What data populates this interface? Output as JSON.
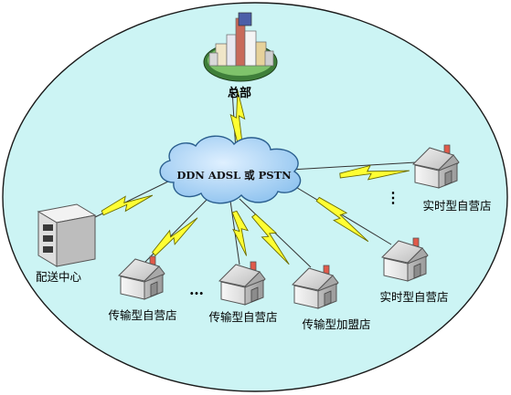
{
  "network": {
    "center_label": "DDN ADSL 或 PSTN"
  },
  "nodes": {
    "headquarters": {
      "label": "总部",
      "icon": "city-building-icon"
    },
    "distribution_center": {
      "label": "配送中心",
      "icon": "server-building-icon"
    },
    "transport_store_1": {
      "label": "传输型自营店",
      "icon": "house-icon"
    },
    "transport_store_2": {
      "label": "传输型自营店",
      "icon": "house-icon"
    },
    "transport_franchise": {
      "label": "传输型加盟店",
      "icon": "house-icon"
    },
    "realtime_store_1": {
      "label": "实时型自营店",
      "icon": "house-icon"
    },
    "realtime_store_2": {
      "label": "实时型自营店",
      "icon": "house-icon"
    }
  },
  "ellipsis": {
    "bottom": "…",
    "right": "⋮"
  },
  "colors": {
    "background_ellipse": "#ccf4f4",
    "cloud": "#a9d4f5",
    "lightning": "#ffff33",
    "house_body": "#e6e6e6",
    "house_roof": "#cfcfcf"
  }
}
